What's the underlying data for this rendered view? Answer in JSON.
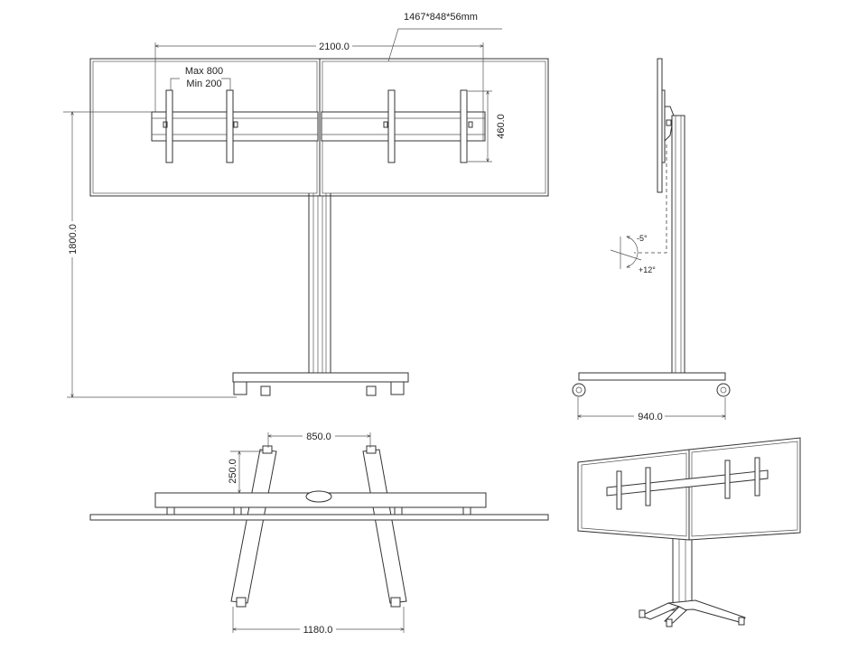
{
  "front_view": {
    "screen_size_label": "1467*848*56mm",
    "width_dim": "2100.0",
    "vesa_max": "Max 800",
    "vesa_min": "Min 200",
    "bracket_height_dim": "460.0",
    "height_dim": "1800.0"
  },
  "side_view": {
    "tilt_up": "-5°",
    "tilt_down": "+12°",
    "depth_dim": "940.0"
  },
  "top_view": {
    "leg_spacing_dim": "850.0",
    "offset_dim": "250.0",
    "base_width_dim": "1180.0"
  },
  "colors": {
    "line": "#333333",
    "background": "#ffffff"
  }
}
